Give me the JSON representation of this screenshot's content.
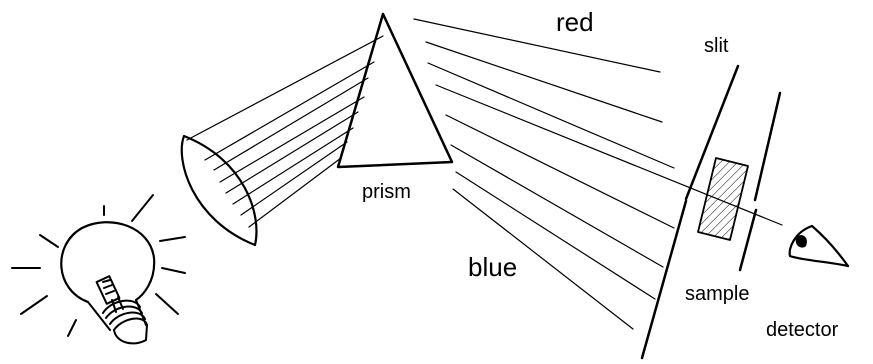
{
  "labels": {
    "red": "red",
    "slit": "slit",
    "prism": "prism",
    "blue": "blue",
    "sample": "sample",
    "detector": "detector"
  },
  "colors": {
    "ink": "#000000",
    "background": "#ffffff"
  }
}
